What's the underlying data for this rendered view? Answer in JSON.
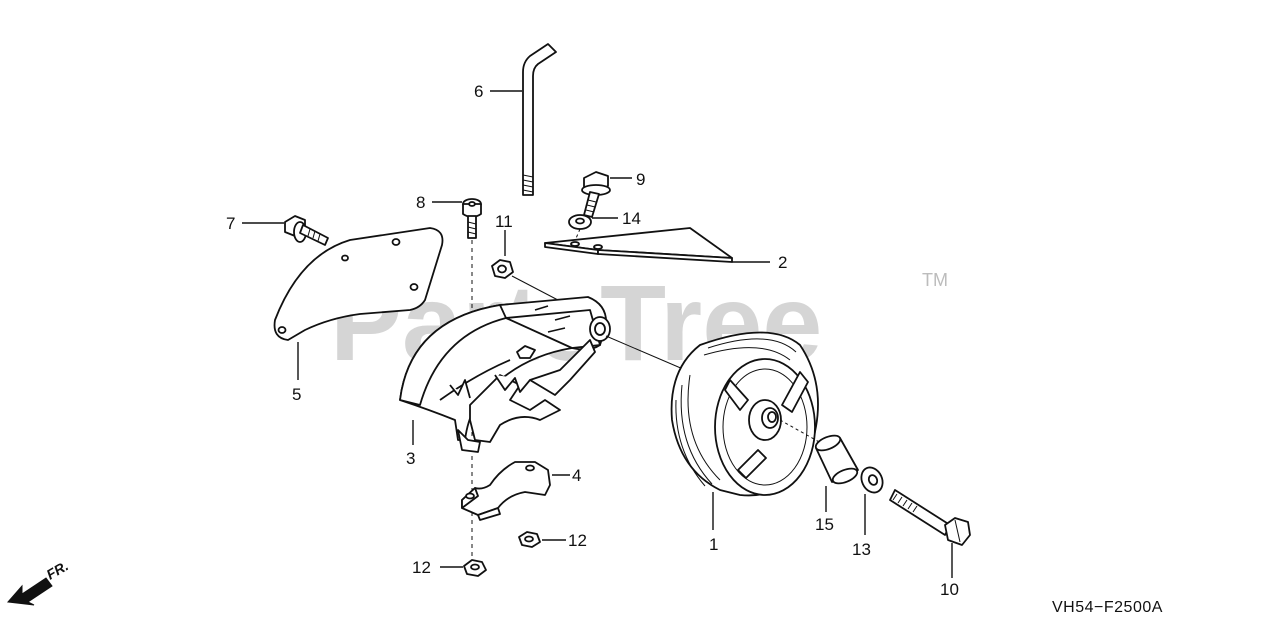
{
  "diagram": {
    "watermark": "PartsTree",
    "trademark": "TM",
    "diagram_code": "VH54−F2500A",
    "direction_label": "FR.",
    "callouts": [
      "1",
      "2",
      "3",
      "4",
      "5",
      "6",
      "7",
      "8",
      "9",
      "10",
      "11",
      "12",
      "12",
      "13",
      "14",
      "15"
    ]
  }
}
